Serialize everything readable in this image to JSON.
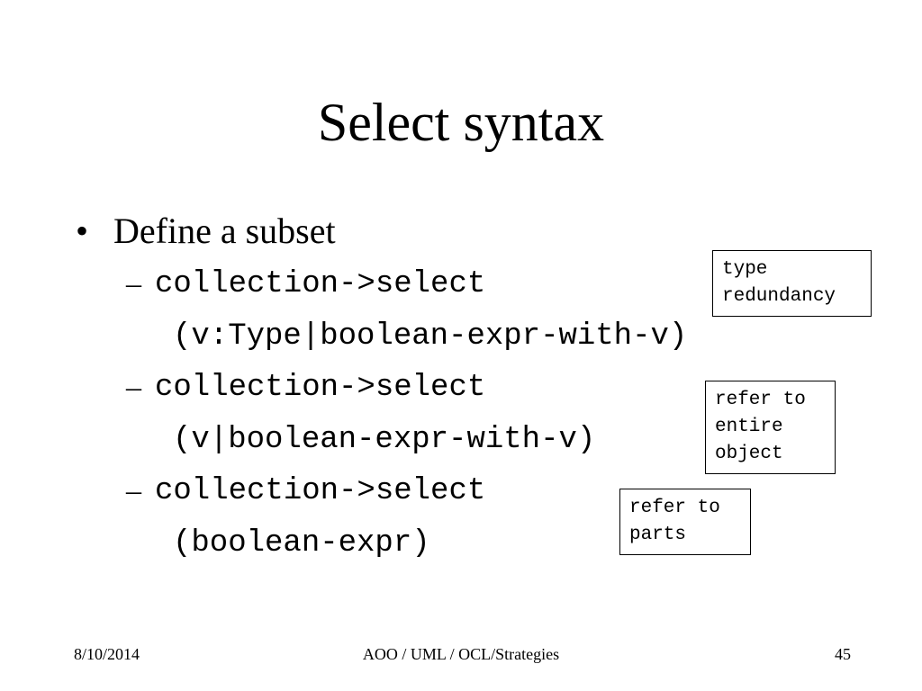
{
  "title": "Select syntax",
  "bullet": {
    "marker": "•",
    "text": "Define a subset"
  },
  "sub_items": [
    {
      "dash": "–",
      "line1": "collection->select",
      "line2": "(v:Type|boolean-expr-with-v)"
    },
    {
      "dash": "–",
      "line1": "collection->select",
      "line2": "(v|boolean-expr-with-v)"
    },
    {
      "dash": "–",
      "line1": "collection->select",
      "line2": "(boolean-expr)"
    }
  ],
  "callouts": [
    {
      "text": "type\nredundancy"
    },
    {
      "text": "refer to\nentire\nobject"
    },
    {
      "text": "refer to\nparts"
    }
  ],
  "footer": {
    "date": "8/10/2014",
    "center": "AOO / UML / OCL/Strategies",
    "page": "45"
  }
}
